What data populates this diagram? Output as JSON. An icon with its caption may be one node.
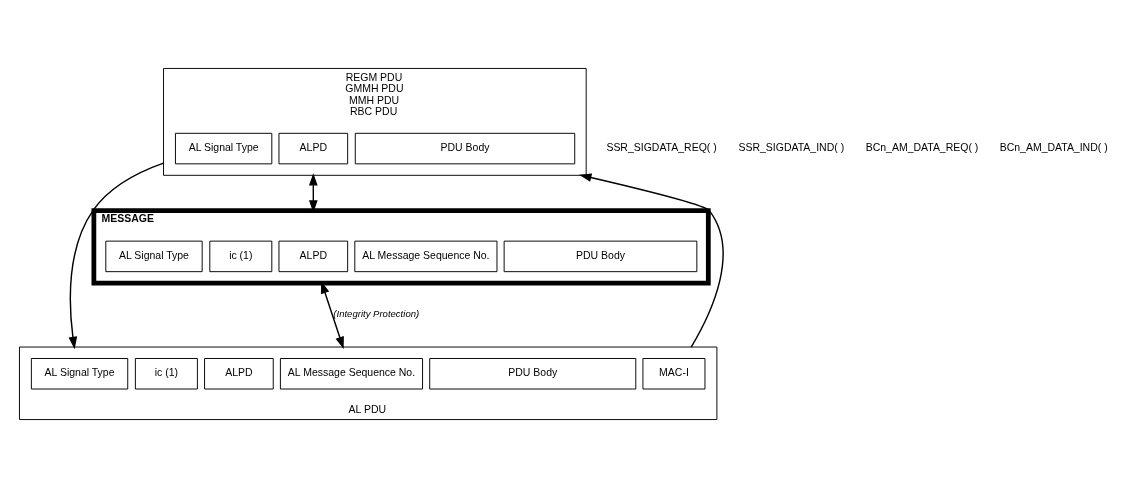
{
  "diagram": {
    "nodes": [
      {
        "text": [
          "REGM PDU",
          "GMMH PDU",
          "MMH PDU",
          "RBC PDU"
        ]
      },
      {
        "text": [
          "AL Signal Type"
        ],
        "in": 0
      },
      {
        "text": [
          "ALPD"
        ],
        "in": 0
      },
      {
        "text": [
          "PDU Body"
        ],
        "in": 0
      },
      {
        "text": [
          "MESSAGE"
        ]
      },
      {
        "text": [
          "AL Signal Type"
        ],
        "in": 4
      },
      {
        "text": [
          "ic (1)"
        ],
        "in": 4
      },
      {
        "text": [
          "ALPD"
        ],
        "in": 4
      },
      {
        "text": [
          "AL Message Sequence No."
        ],
        "in": 4
      },
      {
        "text": [
          "PDU Body"
        ],
        "in": 4
      },
      {
        "text": [
          "AL PDU"
        ]
      },
      {
        "text": [
          "AL Signal Type"
        ],
        "in": 10
      },
      {
        "text": [
          "ic (1)"
        ],
        "in": 10
      },
      {
        "text": [
          "ALPD"
        ],
        "in": 10
      },
      {
        "text": [
          "AL Message Sequence No."
        ],
        "in": 10
      },
      {
        "text": [
          "PDU Body"
        ],
        "in": 10
      },
      {
        "text": [
          "MAC-I"
        ],
        "in": 10
      }
    ],
    "edges": [
      {
        "from": 0,
        "to": 4,
        "arrow": "both"
      },
      {
        "from": 4,
        "to": 10,
        "arrow": "both",
        "label": "(Integrity Protection)"
      },
      {
        "from": 0,
        "to": 10,
        "arrow": "to"
      },
      {
        "from": 10,
        "to": 0,
        "arrow": "to"
      }
    ],
    "labels": [
      "SSR_SIGDATA_REQ( )",
      "SSR_SIGDATA_IND( )",
      "BCn_AM_DATA_REQ( )",
      "BCn_AM_DATA_IND( )"
    ]
  }
}
